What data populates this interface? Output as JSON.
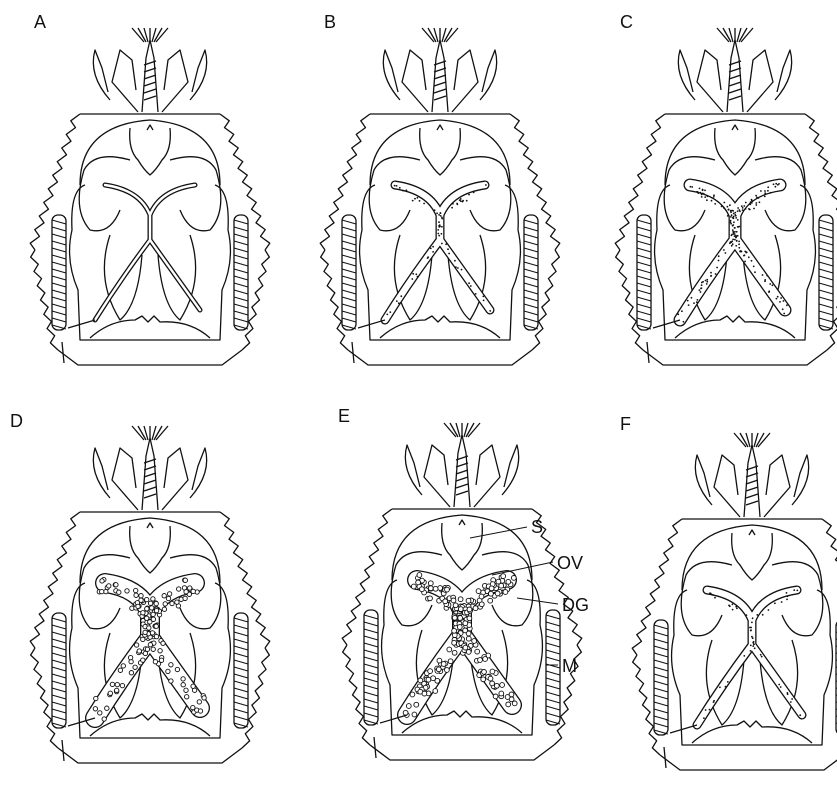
{
  "figure": {
    "panels": [
      {
        "letter": "A",
        "stage": "empty",
        "fill": "none"
      },
      {
        "letter": "B",
        "stage": "light-stipple",
        "fill": "stipple"
      },
      {
        "letter": "C",
        "stage": "dense-stipple",
        "fill": "stipple-dense"
      },
      {
        "letter": "D",
        "stage": "oocytes",
        "fill": "ova"
      },
      {
        "letter": "E",
        "stage": "mature-ova",
        "fill": "ova-dense"
      },
      {
        "letter": "F",
        "stage": "spent",
        "fill": "stipple-sparse"
      }
    ],
    "callouts": {
      "s": "S",
      "ov": "OV",
      "dg": "DG",
      "m": "M"
    }
  },
  "colors": {
    "ink": "#111111",
    "paper": "#ffffff"
  }
}
